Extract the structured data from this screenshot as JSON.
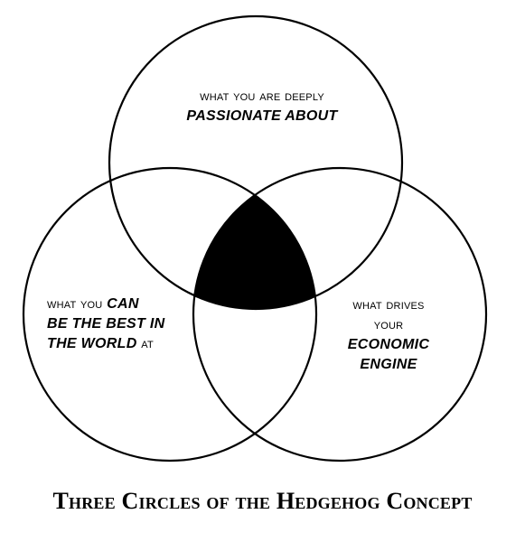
{
  "labels": {
    "top": {
      "plain": "What you are deeply",
      "emphasis": "passionate about"
    },
    "left": {
      "line1_plain": "What you",
      "line1_emphasis": "can",
      "line2_emphasis": "be the best in",
      "line3_emphasis": "the world",
      "line3_plain": "at"
    },
    "right": {
      "line1_plain": "What drives",
      "line2_plain": "your",
      "line3_emphasis": "economic",
      "line4_emphasis": "engine"
    }
  },
  "title": "Three Circles of the Hedgehog Concept",
  "colors": {
    "stroke": "#000000",
    "intersection_fill": "#000000",
    "background": "#ffffff"
  }
}
